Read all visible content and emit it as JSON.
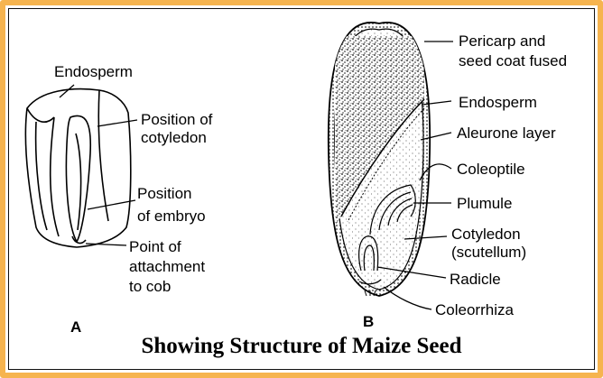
{
  "frame_color": "#f6b44f",
  "figure_a": {
    "panel_label": "A",
    "labels": {
      "endosperm": "Endosperm",
      "position_of_cotyledon_1": "Position of",
      "position_of_cotyledon_2": "cotyledon",
      "position_of_embryo_1": "Position",
      "position_of_embryo_2": "of embryo",
      "point_of_attachment_1": "Point of",
      "point_of_attachment_2": "attachment",
      "point_of_attachment_3": "to cob"
    }
  },
  "figure_b": {
    "panel_label": "B",
    "labels": {
      "pericarp_1": "Pericarp and",
      "pericarp_2": "seed coat fused",
      "endosperm": "Endosperm",
      "aleurone": "Aleurone layer",
      "coleoptile": "Coleoptile",
      "plumule": "Plumule",
      "cotyledon_1": "Cotyledon",
      "cotyledon_2": "(scutellum)",
      "radicle": "Radicle",
      "coleorrhiza": "Coleorrhiza"
    }
  },
  "caption": "Showing Structure of Maize Seed"
}
